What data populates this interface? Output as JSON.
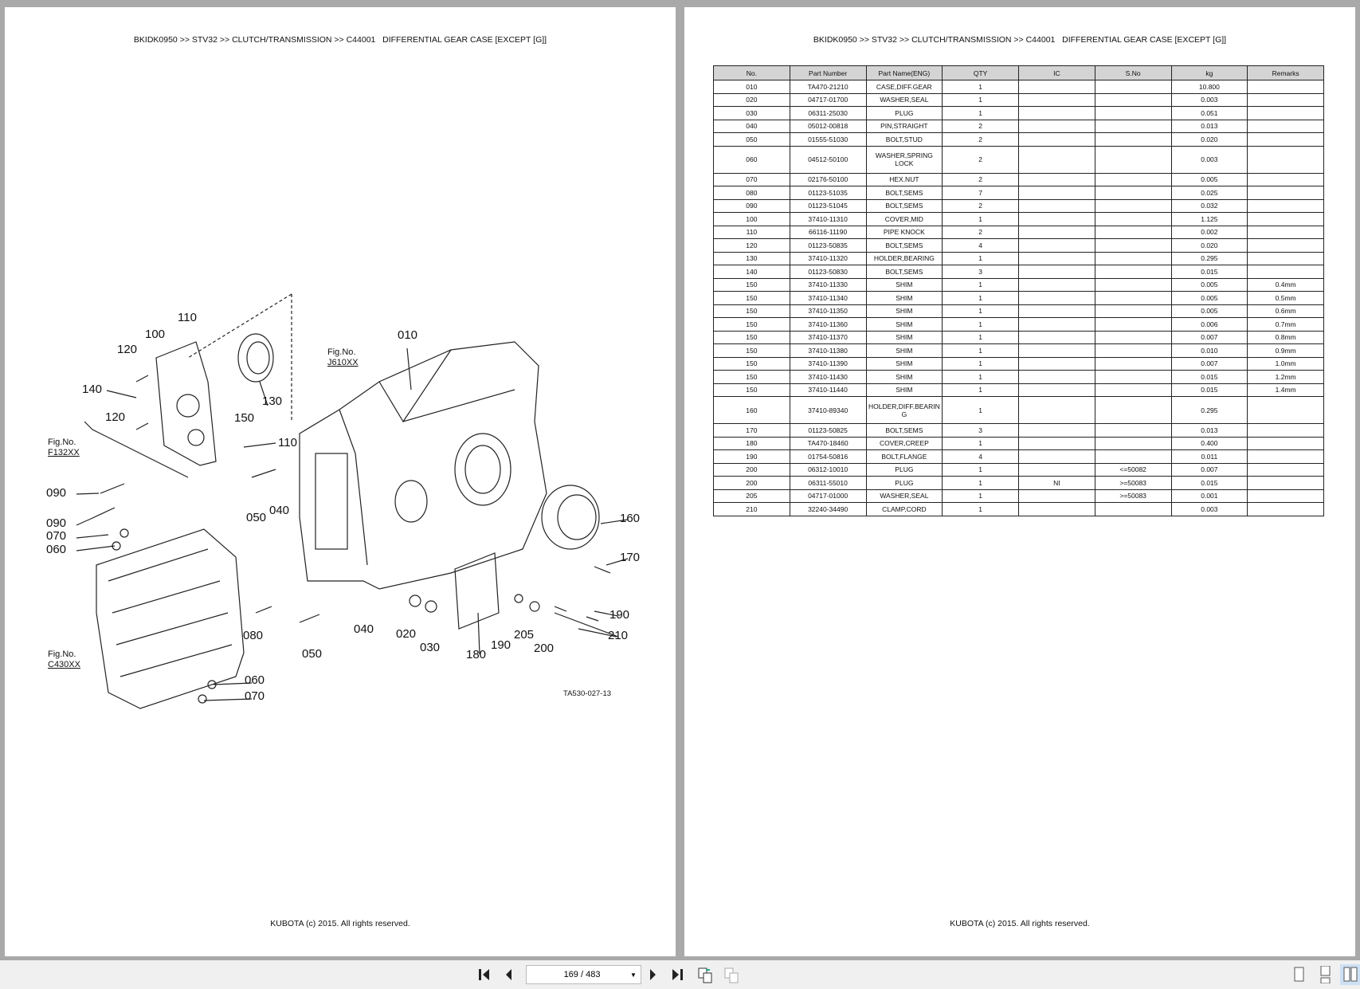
{
  "header": "BKIDK0950 >> STV32 >> CLUTCH/TRANSMISSION >> C44001   DIFFERENTIAL GEAR CASE [EXCEPT [G]]",
  "footer": "KUBOTA (c) 2015. All rights reserved.",
  "diagram": {
    "code": "TA530-027-13",
    "fig_refs": [
      {
        "label": "Fig.No.",
        "value": "F132XX"
      },
      {
        "label": "Fig.No.",
        "value": "J610XX"
      },
      {
        "label": "Fig.No.",
        "value": "C430XX"
      }
    ],
    "callouts": [
      "110",
      "100",
      "120",
      "140",
      "130",
      "150",
      "120",
      "110",
      "090",
      "050",
      "040",
      "090",
      "070",
      "060",
      "010",
      "160",
      "170",
      "190",
      "210",
      "080",
      "040",
      "020",
      "030",
      "205",
      "190",
      "200",
      "180",
      "050",
      "060",
      "070"
    ]
  },
  "table": {
    "columns": [
      "No.",
      "Part Number",
      "Part Name(ENG)",
      "QTY",
      "IC",
      "S.No",
      "kg",
      "Remarks"
    ],
    "rows": [
      [
        "010",
        "TA470-21210",
        "CASE,DIFF.GEAR",
        "1",
        "",
        "",
        "10.800",
        ""
      ],
      [
        "020",
        "04717-01700",
        "WASHER,SEAL",
        "1",
        "",
        "",
        "0.003",
        ""
      ],
      [
        "030",
        "06311-25030",
        "PLUG",
        "1",
        "",
        "",
        "0.051",
        ""
      ],
      [
        "040",
        "05012-00818",
        "PIN,STRAIGHT",
        "2",
        "",
        "",
        "0.013",
        ""
      ],
      [
        "050",
        "01555-51030",
        "BOLT,STUD",
        "2",
        "",
        "",
        "0.020",
        ""
      ],
      [
        "060",
        "04512-50100",
        "WASHER,SPRING LOCK",
        "2",
        "",
        "",
        "0.003",
        ""
      ],
      [
        "070",
        "02176-50100",
        "HEX.NUT",
        "2",
        "",
        "",
        "0.005",
        ""
      ],
      [
        "080",
        "01123-51035",
        "BOLT,SEMS",
        "7",
        "",
        "",
        "0.025",
        ""
      ],
      [
        "090",
        "01123-51045",
        "BOLT,SEMS",
        "2",
        "",
        "",
        "0.032",
        ""
      ],
      [
        "100",
        "37410-11310",
        "COVER,MID",
        "1",
        "",
        "",
        "1.125",
        ""
      ],
      [
        "110",
        "66116-11190",
        "PIPE KNOCK",
        "2",
        "",
        "",
        "0.002",
        ""
      ],
      [
        "120",
        "01123-50835",
        "BOLT,SEMS",
        "4",
        "",
        "",
        "0.020",
        ""
      ],
      [
        "130",
        "37410-11320",
        "HOLDER,BEARING",
        "1",
        "",
        "",
        "0.295",
        ""
      ],
      [
        "140",
        "01123-50830",
        "BOLT,SEMS",
        "3",
        "",
        "",
        "0.015",
        ""
      ],
      [
        "150",
        "37410-11330",
        "SHIM",
        "1",
        "",
        "",
        "0.005",
        "0.4mm"
      ],
      [
        "150",
        "37410-11340",
        "SHIM",
        "1",
        "",
        "",
        "0.005",
        "0.5mm"
      ],
      [
        "150",
        "37410-11350",
        "SHIM",
        "1",
        "",
        "",
        "0.005",
        "0.6mm"
      ],
      [
        "150",
        "37410-11360",
        "SHIM",
        "1",
        "",
        "",
        "0.006",
        "0.7mm"
      ],
      [
        "150",
        "37410-11370",
        "SHIM",
        "1",
        "",
        "",
        "0.007",
        "0.8mm"
      ],
      [
        "150",
        "37410-11380",
        "SHIM",
        "1",
        "",
        "",
        "0.010",
        "0.9mm"
      ],
      [
        "150",
        "37410-11390",
        "SHIM",
        "1",
        "",
        "",
        "0.007",
        "1.0mm"
      ],
      [
        "150",
        "37410-11430",
        "SHIM",
        "1",
        "",
        "",
        "0.015",
        "1.2mm"
      ],
      [
        "150",
        "37410-11440",
        "SHIM",
        "1",
        "",
        "",
        "0.015",
        "1.4mm"
      ],
      [
        "160",
        "37410-89340",
        "HOLDER,DIFF.BEARIN G",
        "1",
        "",
        "",
        "0.295",
        ""
      ],
      [
        "170",
        "01123-50825",
        "BOLT,SEMS",
        "3",
        "",
        "",
        "0.013",
        ""
      ],
      [
        "180",
        "TA470-18460",
        "COVER,CREEP",
        "1",
        "",
        "",
        "0.400",
        ""
      ],
      [
        "190",
        "01754-50816",
        "BOLT,FLANGE",
        "4",
        "",
        "",
        "0.011",
        ""
      ],
      [
        "200",
        "06312-10010",
        "PLUG",
        "1",
        "",
        "<=50082",
        "0.007",
        ""
      ],
      [
        "200",
        "06311-55010",
        "PLUG",
        "1",
        "NI",
        ">=50083",
        "0.015",
        ""
      ],
      [
        "205",
        "04717-01000",
        "WASHER,SEAL",
        "1",
        "",
        ">=50083",
        "0.001",
        ""
      ],
      [
        "210",
        "32240-34490",
        "CLAMP,CORD",
        "1",
        "",
        "",
        "0.003",
        ""
      ]
    ]
  },
  "toolbar": {
    "page_indicator": "169 / 483",
    "icons": [
      "first-page-icon",
      "prev-page-icon",
      "next-page-icon",
      "last-page-icon",
      "sync-left-icon",
      "sync-right-icon",
      "single-page-icon",
      "continuous-page-icon",
      "two-page-icon"
    ]
  }
}
